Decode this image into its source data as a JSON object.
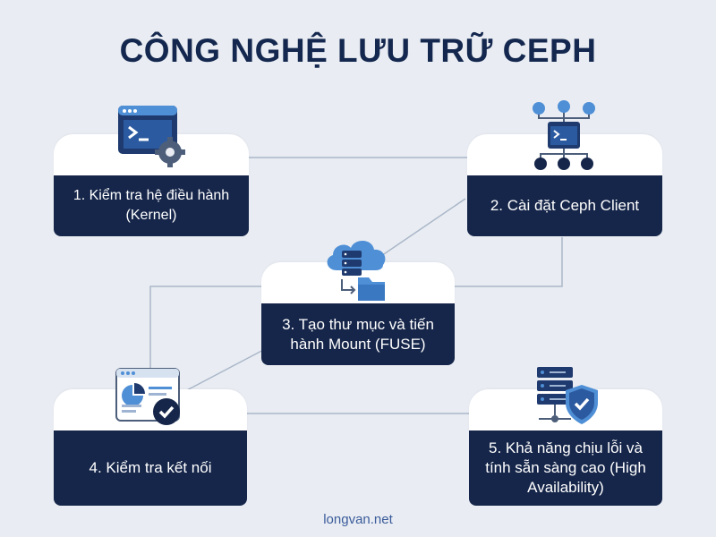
{
  "title": "CÔNG NGHỆ LƯU TRỮ CEPH",
  "steps": [
    {
      "label": "1. Kiểm tra hệ điều hành (Kernel)"
    },
    {
      "label": "2. Cài đặt Ceph Client"
    },
    {
      "label": "3. Tạo thư mục và tiến hành Mount (FUSE)"
    },
    {
      "label": "4. Kiểm tra kết nối"
    },
    {
      "label": "5. Khả năng chịu lỗi và tính sẵn sàng cao (High Availability)"
    }
  ],
  "icons": [
    "terminal-gear-icon",
    "network-terminal-icon",
    "cloud-database-folder-icon",
    "dashboard-check-icon",
    "server-shield-icon"
  ],
  "colors": {
    "navy": "#16264a",
    "accent": "#4f8fd6",
    "background": "#e9edf3"
  },
  "footer": "longvan.net"
}
